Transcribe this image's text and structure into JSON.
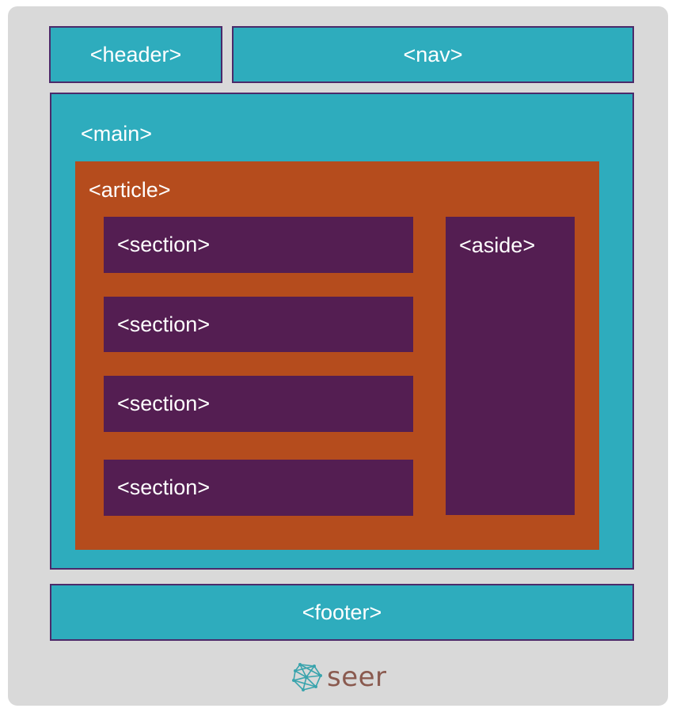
{
  "colors": {
    "frame": "#d9d9d9",
    "teal": "#2eacbd",
    "orange": "#b54c1d",
    "purple": "#541e52",
    "border": "#4b2a6a",
    "label": "#ffffff",
    "logo_text": "#8a5a4f",
    "logo_icon": "#3aa4ad"
  },
  "blocks": {
    "header": "<header>",
    "nav": "<nav>",
    "main": "<main>",
    "article": "<article>",
    "sections": [
      "<section>",
      "<section>",
      "<section>",
      "<section>"
    ],
    "aside": "<aside>",
    "footer": "<footer>"
  },
  "logo": {
    "text": "seer",
    "icon": "network-globe-icon"
  }
}
